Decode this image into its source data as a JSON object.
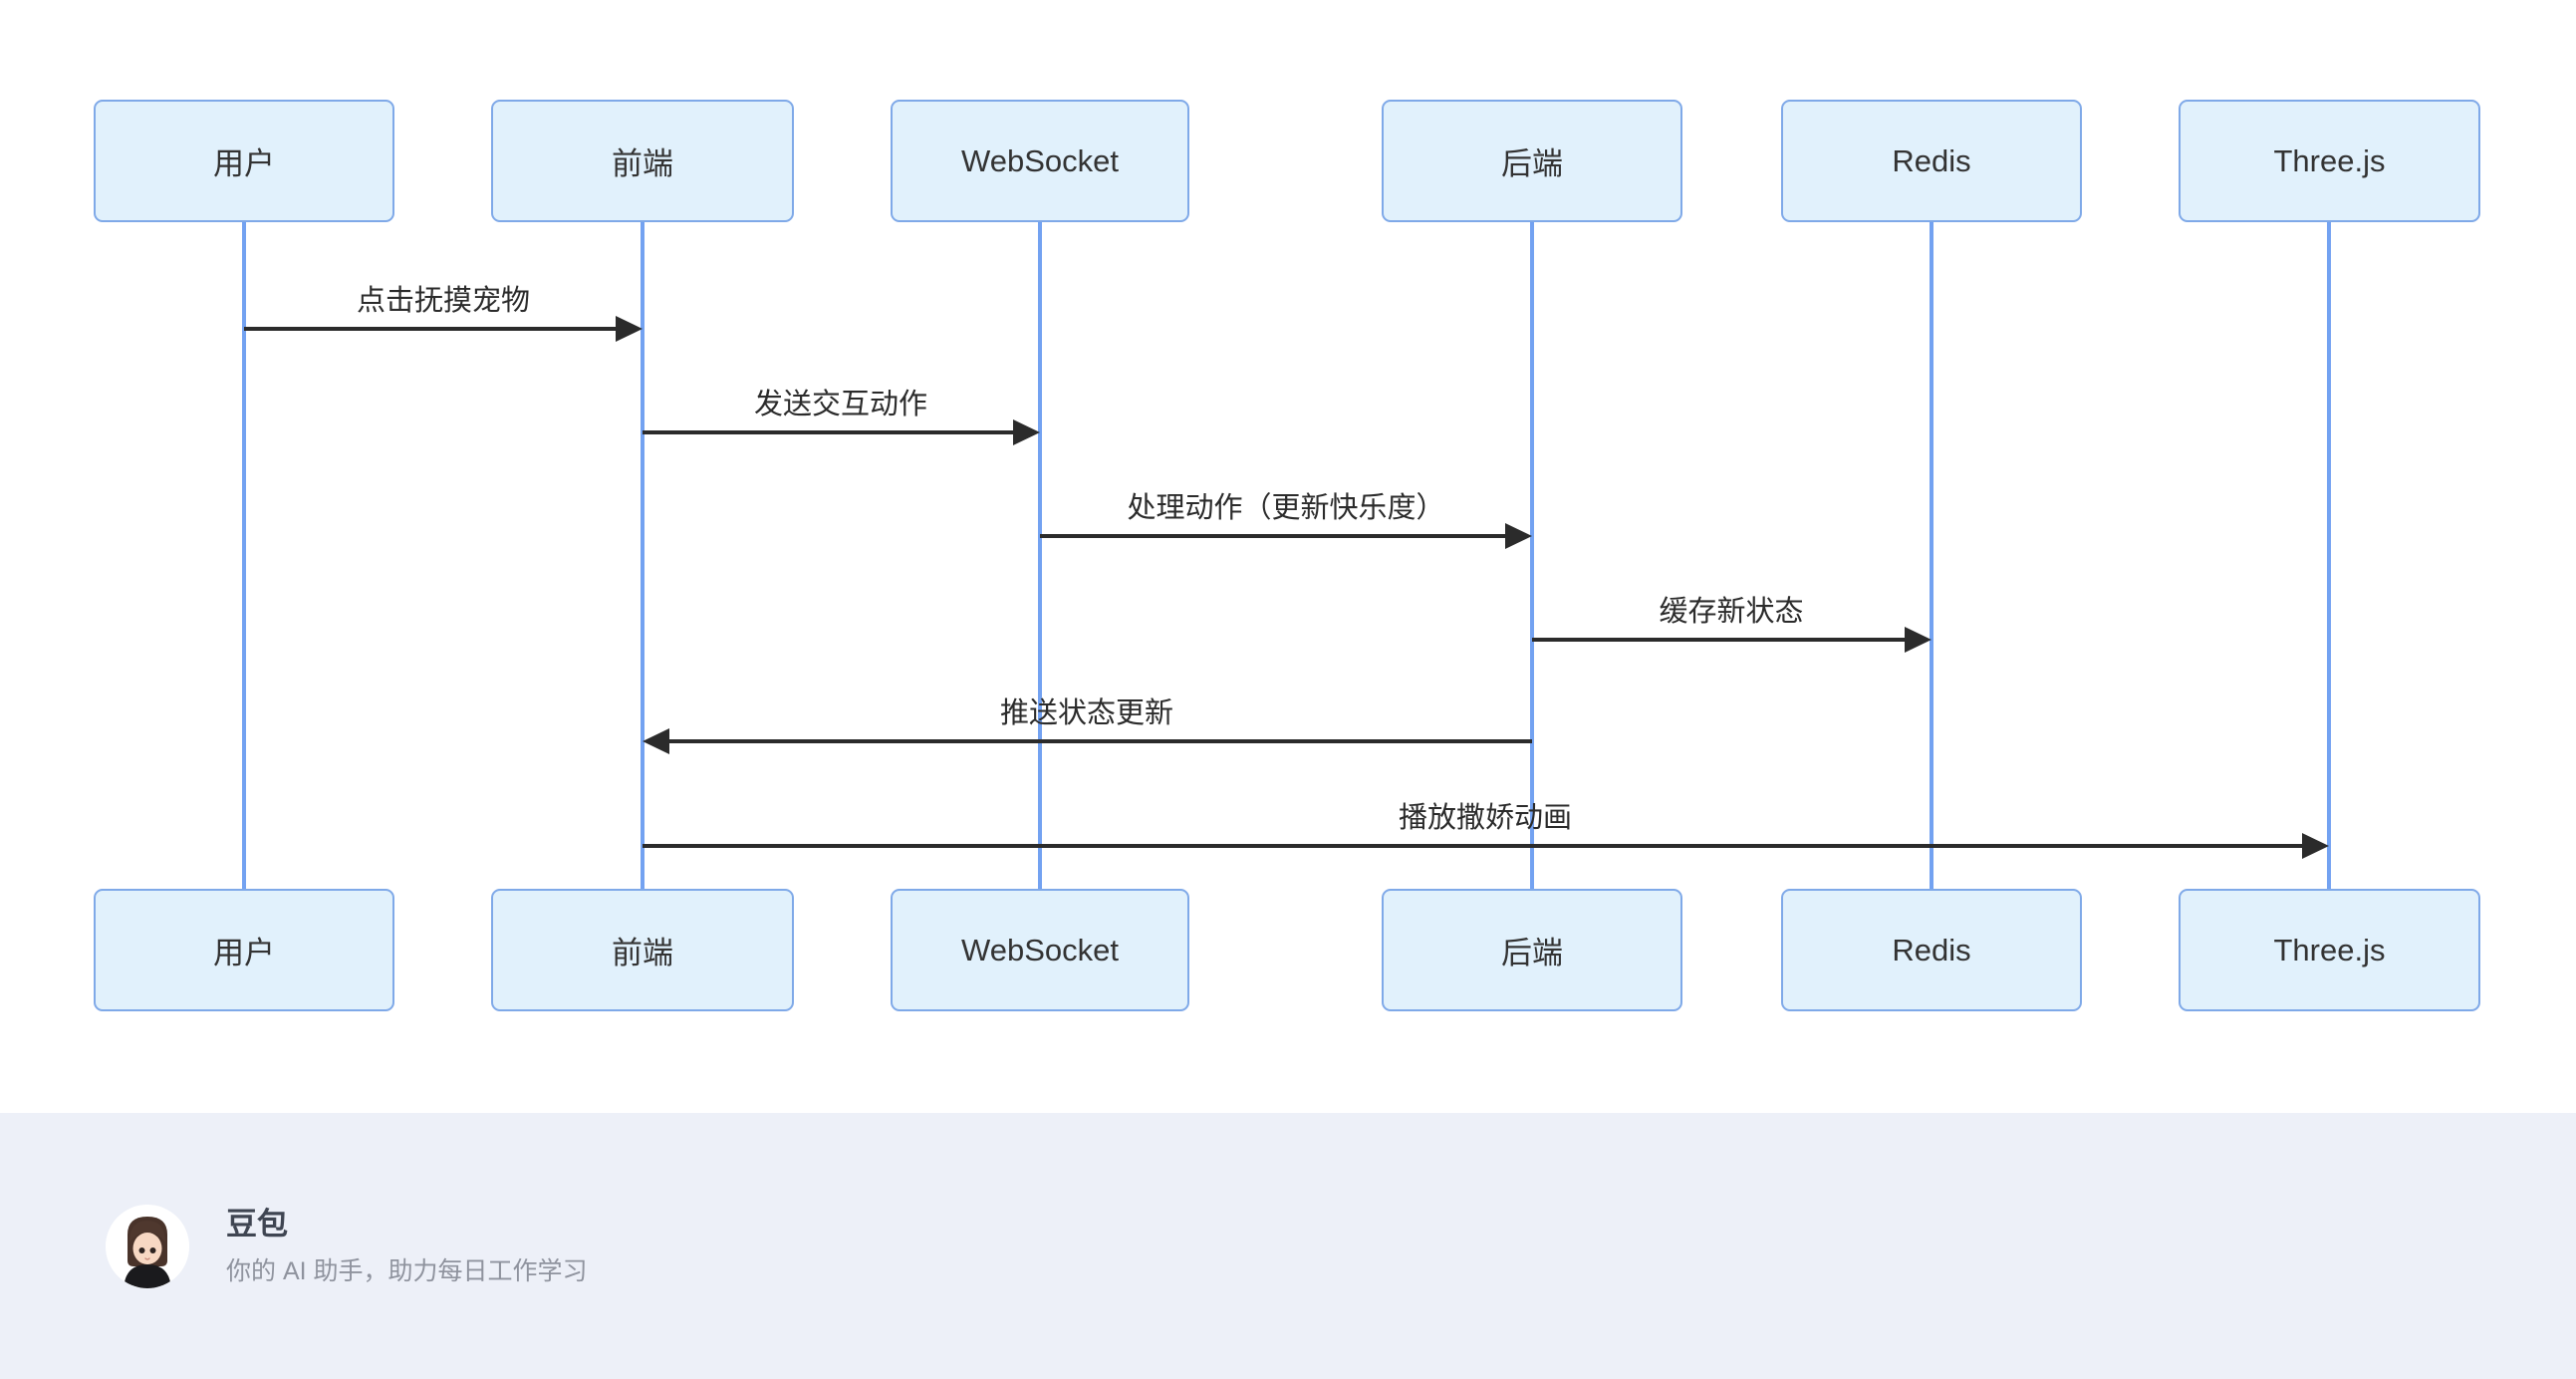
{
  "diagram": {
    "type": "sequence",
    "actors": [
      {
        "id": "user",
        "label": "用户"
      },
      {
        "id": "frontend",
        "label": "前端"
      },
      {
        "id": "websocket",
        "label": "WebSocket"
      },
      {
        "id": "backend",
        "label": "后端"
      },
      {
        "id": "redis",
        "label": "Redis"
      },
      {
        "id": "threejs",
        "label": "Three.js"
      }
    ],
    "messages": [
      {
        "from": "用户",
        "to": "前端",
        "label": "点击抚摸宠物",
        "direction": "right"
      },
      {
        "from": "前端",
        "to": "WebSocket",
        "label": "发送交互动作",
        "direction": "right"
      },
      {
        "from": "WebSocket",
        "to": "后端",
        "label": "处理动作（更新快乐度）",
        "direction": "right"
      },
      {
        "from": "后端",
        "to": "Redis",
        "label": "缓存新状态",
        "direction": "right"
      },
      {
        "from": "后端",
        "to": "前端",
        "label": "推送状态更新",
        "direction": "left"
      },
      {
        "from": "前端",
        "to": "Three.js",
        "label": "播放撒娇动画",
        "direction": "right"
      }
    ],
    "colors": {
      "actor_fill": "#e1f1fc",
      "actor_border": "#7fa9e8",
      "lifeline": "#73a2f1",
      "arrow": "#2b2b2b"
    }
  },
  "footer": {
    "title": "豆包",
    "subtitle": "你的 AI 助手，助力每日工作学习",
    "avatar": "doubao-girl-avatar",
    "background": "#edf0f8"
  }
}
